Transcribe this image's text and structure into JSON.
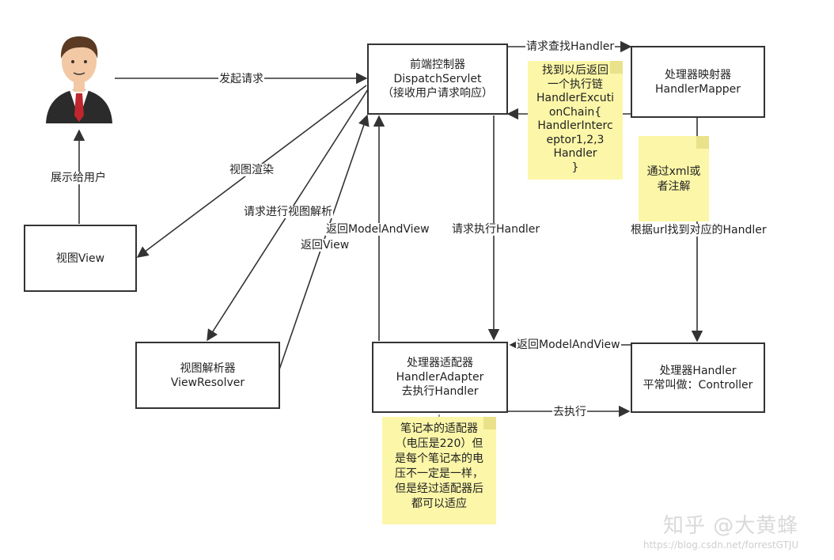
{
  "boxes": {
    "controller": [
      "前端控制器",
      "DispatchServlet",
      "（接收用户请求响应）"
    ],
    "mapper": [
      "处理器映射器",
      "HandlerMapper"
    ],
    "view": [
      "视图View"
    ],
    "resolver": [
      "视图解析器",
      "ViewResolver"
    ],
    "adapter": [
      "处理器适配器",
      "HandlerAdapter",
      "去执行Handler"
    ],
    "handler": [
      "处理器Handler",
      "平常叫做：Controller"
    ]
  },
  "notes": {
    "chain": [
      "找到以后返回",
      "一个执行链",
      "HandlerExcuti",
      "onChain{",
      "HandlerInterc",
      "eptor1,2,3",
      "Handler",
      "}"
    ],
    "xml": [
      "通过xml或",
      "者注解"
    ],
    "laptop": [
      "笔记本的适配器",
      "（电压是220）但",
      "是每个笔记本的电",
      "压不一定是一样，",
      "但是经过适配器后",
      "都可以适应"
    ]
  },
  "labels": {
    "send_request": "发起请求",
    "find_handler": "请求查找Handler",
    "show_user": "展示给用户",
    "render_view": "视图渲染",
    "resolve_view": "请求进行视图解析",
    "return_view": "返回View",
    "return_mav_left": "返回ModelAndView",
    "execute_handler": "请求执行Handler",
    "find_by_url": "根据url找到对应的Handler",
    "return_mav_right": "返回ModelAndView",
    "go_execute": "去执行"
  },
  "watermark": {
    "brand": "知乎 @大黄蜂",
    "url": "https://blog.csdn.net/forrestGTJU"
  },
  "colors": {
    "line": "#333333",
    "note": "#fbf6a8",
    "suit": "#2b2b2b",
    "tie": "#c0262d",
    "skin": "#f2c9a4",
    "hair": "#5a3a22"
  }
}
